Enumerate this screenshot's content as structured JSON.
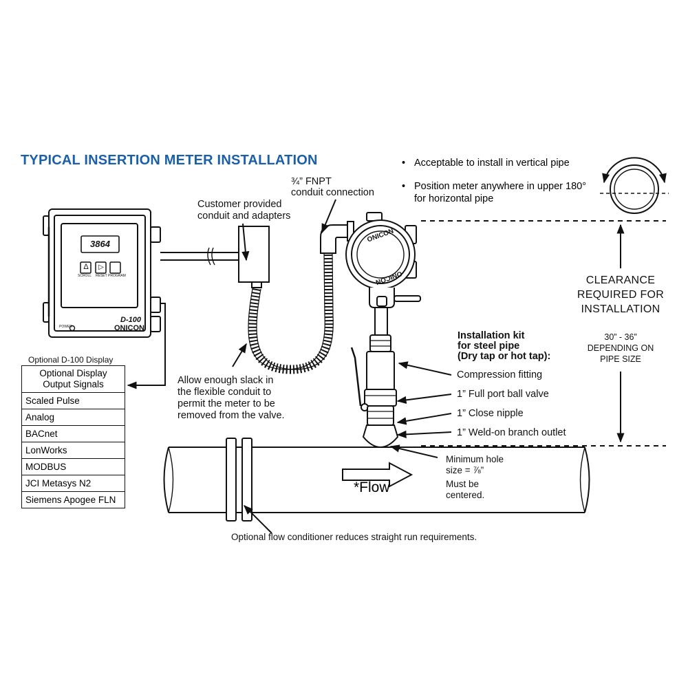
{
  "title": "TYPICAL INSERTION METER INSTALLATION",
  "bullets": [
    "Acceptable to install in vertical pipe",
    "Position meter anywhere in upper 180°",
    "for horizontal pipe"
  ],
  "bullet_symbol": "•",
  "clearance": {
    "lines": [
      "CLEARANCE",
      "REQUIRED FOR",
      "INSTALLATION"
    ],
    "depth_lines": [
      "30” - 36”",
      "DEPENDING ON",
      "PIPE SIZE"
    ]
  },
  "callouts": {
    "fnpt": [
      "¾” FNPT",
      "conduit connection"
    ],
    "customer_conduit": [
      "Customer provided",
      "conduit and adapters"
    ],
    "slack": [
      "Allow enough slack in",
      "the flexible conduit to",
      "permit the meter to be",
      "removed from the valve."
    ],
    "min_hole": [
      "Minimum hole",
      "size = ⅞”",
      "Must be",
      "centered."
    ],
    "conditioner": "Optional flow conditioner reduces straight run requirements.",
    "flow": "*Flow"
  },
  "kit": {
    "heading": [
      "Installation kit",
      "for steel pipe",
      "(Dry tap or hot tap):"
    ],
    "items": [
      "Compression fitting",
      "1” Full port ball valve",
      "1” Close nipple",
      "1” Weld-on branch outlet"
    ]
  },
  "display": {
    "caption": "Optional D-100 Display",
    "readout": "3864",
    "model": "D-100",
    "brand": "ONICON",
    "power_label": "POWER",
    "button_labels": [
      "SCROLL",
      "RESET",
      "PROGRAM"
    ],
    "button_glyphs": [
      "Δ",
      "▷",
      ""
    ],
    "outputs_header": [
      "Optional Display",
      "Output Signals"
    ],
    "outputs": [
      "Scaled Pulse",
      "Analog",
      "BACnet",
      "LonWorks",
      "MODBUS",
      "JCI Metasys N2",
      "Siemens Apogee FLN"
    ]
  },
  "meter_brand": "ONICON",
  "colors": {
    "title": "#1a5fa8",
    "line": "#111111"
  }
}
